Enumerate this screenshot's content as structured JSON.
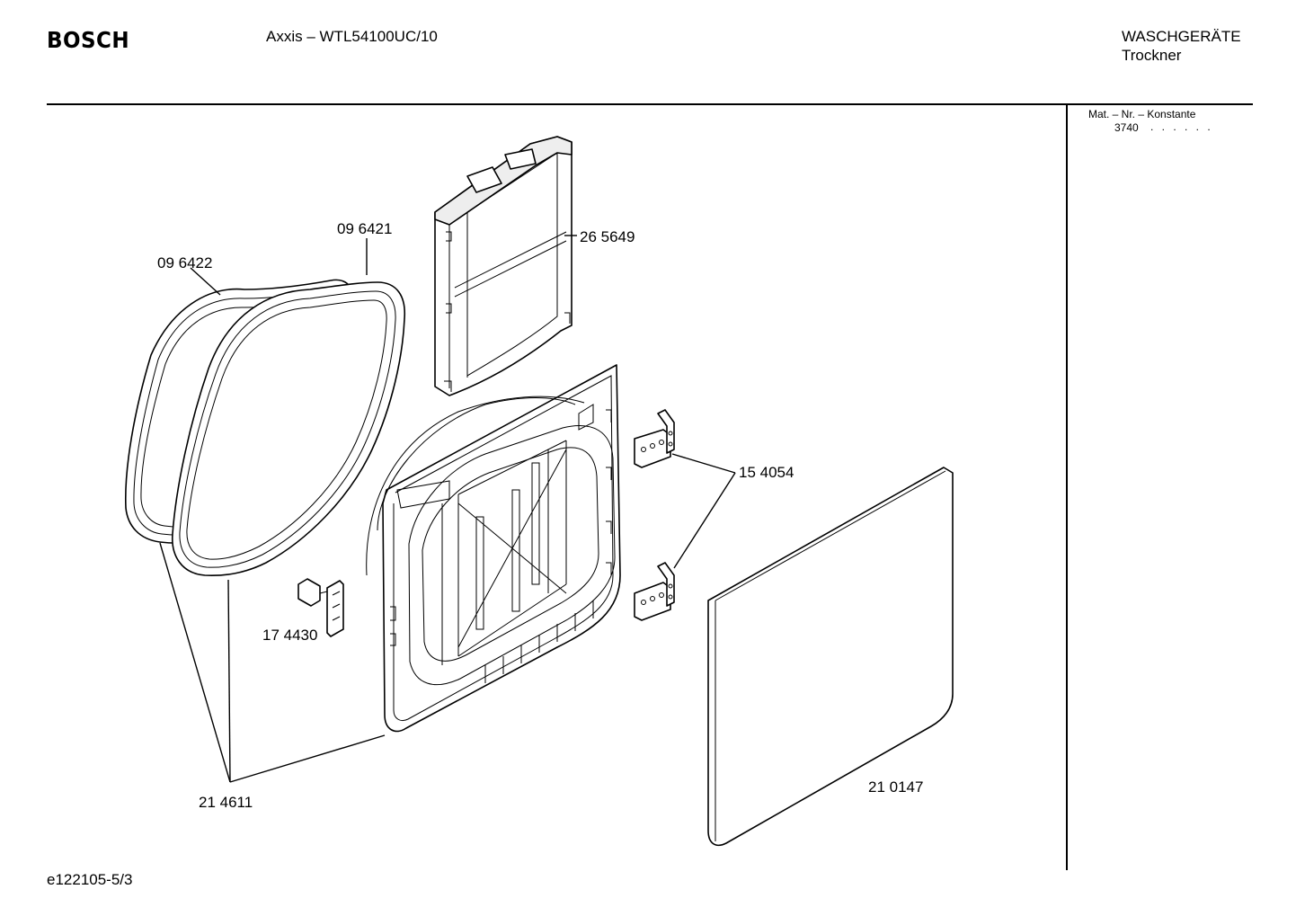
{
  "header": {
    "brand": "BOSCH",
    "model": "Axxis – WTL54100UC/10",
    "category_line1": "WASCHGERÄTE",
    "category_line2": "Trockner"
  },
  "sidebar": {
    "mat_label": "Mat. – Nr. – Konstante",
    "mat_value": "3740",
    "mat_dots": ". . . . . ."
  },
  "footer": {
    "code": "e122105-5/3"
  },
  "parts": [
    {
      "name": "part-label-096422",
      "number": "09 6422"
    },
    {
      "name": "part-label-096421",
      "number": "09 6421"
    },
    {
      "name": "part-label-265649",
      "number": "26 5649"
    },
    {
      "name": "part-label-154054",
      "number": "15 4054"
    },
    {
      "name": "part-label-174430",
      "number": "17 4430"
    },
    {
      "name": "part-label-214611",
      "number": "21 4611"
    },
    {
      "name": "part-label-210147",
      "number": "21 0147"
    }
  ]
}
